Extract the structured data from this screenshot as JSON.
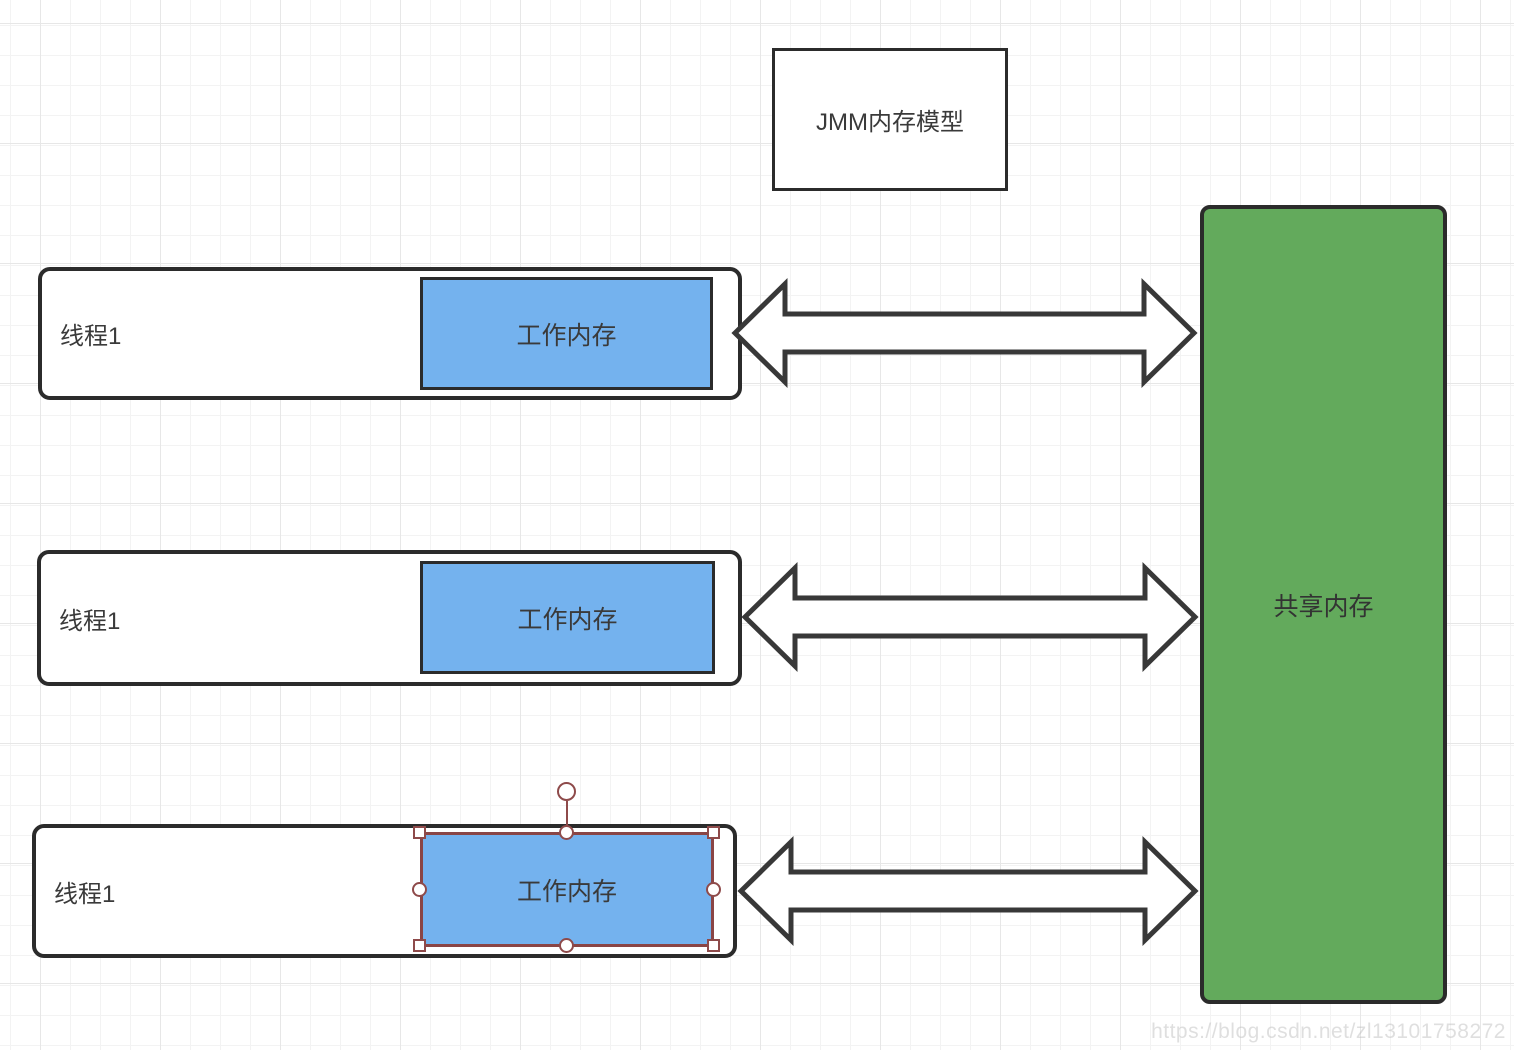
{
  "title_box": {
    "label": "JMM内存模型"
  },
  "threads": [
    {
      "label": "线程1",
      "memory_label": "工作内存",
      "selected": false
    },
    {
      "label": "线程1",
      "memory_label": "工作内存",
      "selected": false
    },
    {
      "label": "线程1",
      "memory_label": "工作内存",
      "selected": true
    }
  ],
  "shared_memory": {
    "label": "共享内存"
  },
  "watermark": "https://blog.csdn.net/zl13101758272",
  "colors": {
    "working_memory_fill": "#74B2EE",
    "shared_memory_fill": "#63AA5C",
    "shape_border": "#2B2B2B",
    "selection_handle": "#8E4A4A",
    "arrow_outline": "#383838",
    "grid_minor": "#F3F3F3",
    "grid_major": "#E7E7E7"
  }
}
